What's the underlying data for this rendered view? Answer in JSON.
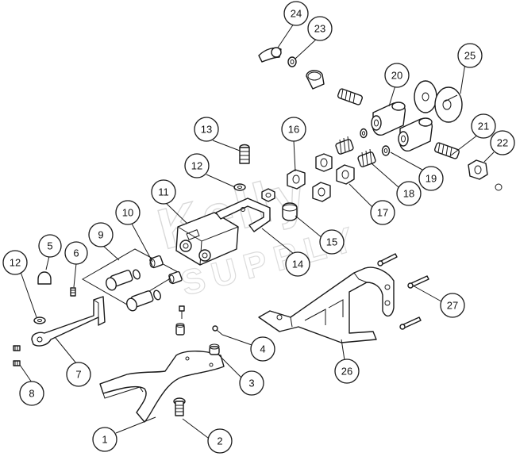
{
  "watermark": {
    "line1": "Kelly",
    "line2": "SUPPLY"
  },
  "callouts": [
    "1",
    "2",
    "3",
    "4",
    "5",
    "6",
    "7",
    "8",
    "9",
    "10",
    "11",
    "12",
    "12",
    "13",
    "14",
    "15",
    "16",
    "17",
    "18",
    "19",
    "20",
    "21",
    "22",
    "23",
    "24",
    "25",
    "26",
    "27"
  ]
}
